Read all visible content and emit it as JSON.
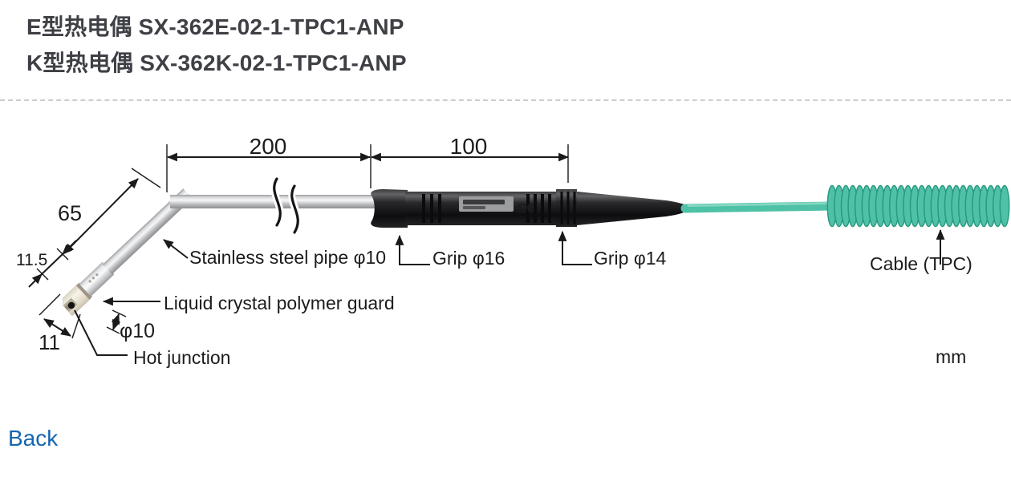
{
  "header": {
    "title_e": "E型热电偶 SX-362E-02-1-TPC1-ANP",
    "title_k": "K型热电偶 SX-362K-02-1-TPC1-ANP"
  },
  "diagram": {
    "dims": {
      "pipe_length": "200",
      "grip_length": "100",
      "tip_length": "65",
      "tip_offset": "11.5",
      "tip_width": "11",
      "guard_diameter": "φ10"
    },
    "labels": {
      "pipe": "Stainless steel pipe φ10",
      "grip_front": "Grip φ16",
      "grip_rear": "Grip φ14",
      "cable": "Cable (TPC)",
      "guard": "Liquid crystal polymer guard",
      "hot_junction": "Hot junction",
      "unit": "mm"
    },
    "colors": {
      "cable": "#4ec1a6",
      "grip": "#1a1a1c",
      "pipe": "#c9cacc",
      "guard": "#ece7da"
    }
  },
  "footer": {
    "back": "Back"
  }
}
